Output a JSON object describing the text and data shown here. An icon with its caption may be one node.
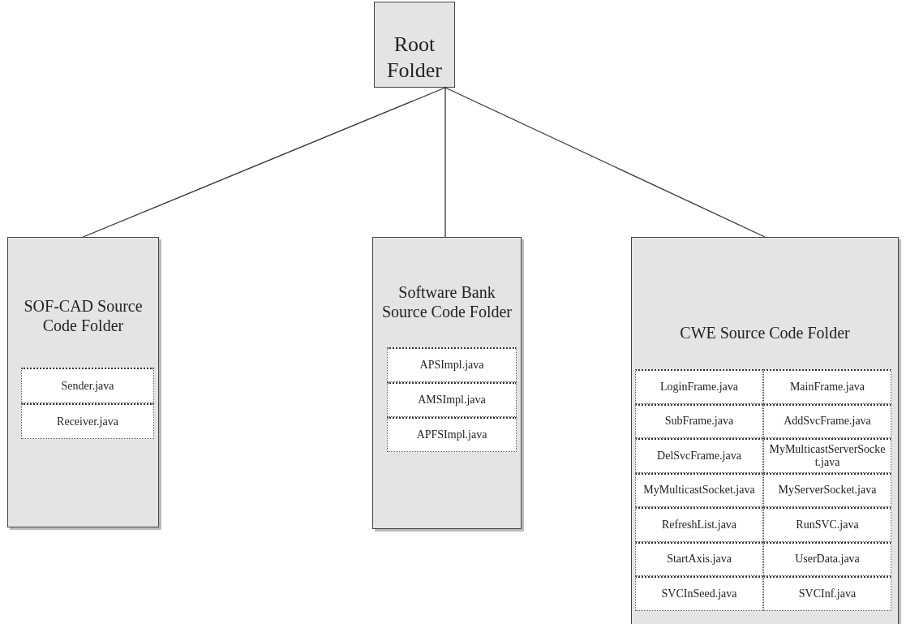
{
  "diagram": {
    "nodes": [
      {
        "text": [
          "Root Folder"
        ]
      },
      {
        "text": [
          "SOF-CAD Source Code Folder"
        ]
      },
      {
        "text": [
          "Sender.java"
        ],
        "in": 1
      },
      {
        "text": [
          "Receiver.java"
        ],
        "in": 1
      },
      {
        "text": [
          "Software Bank Source Code Folder"
        ]
      },
      {
        "text": [
          "APSImpl.java"
        ],
        "in": 4
      },
      {
        "text": [
          "AMSImpl.java"
        ],
        "in": 4
      },
      {
        "text": [
          "APFSImpl.java"
        ],
        "in": 4
      },
      {
        "text": [
          "CWE Source Code Folder"
        ]
      },
      {
        "text": [
          "LoginFrame.java"
        ],
        "in": 8
      },
      {
        "text": [
          "MainFrame.java"
        ],
        "in": 8
      },
      {
        "text": [
          "SubFrame.java"
        ],
        "in": 8
      },
      {
        "text": [
          "AddSvcFrame.java"
        ],
        "in": 8
      },
      {
        "text": [
          "DelSvcFrame.java"
        ],
        "in": 8
      },
      {
        "text": [
          "MyMulticastServerSocket.java"
        ],
        "in": 8
      },
      {
        "text": [
          "MyMulticastSocket.java"
        ],
        "in": 8
      },
      {
        "text": [
          "MyServerSocket.java"
        ],
        "in": 8
      },
      {
        "text": [
          "RefreshList.java"
        ],
        "in": 8
      },
      {
        "text": [
          "RunSVC.java"
        ],
        "in": 8
      },
      {
        "text": [
          "StartAxis.java"
        ],
        "in": 8
      },
      {
        "text": [
          "UserData.java"
        ],
        "in": 8
      },
      {
        "text": [
          "SVCInSeed.java"
        ],
        "in": 8
      },
      {
        "text": [
          "SVCInf.java"
        ],
        "in": 8
      }
    ],
    "edges": [
      {
        "from": 0,
        "to": 1,
        "arrow": "none"
      },
      {
        "from": 0,
        "to": 4,
        "arrow": "none"
      },
      {
        "from": 0,
        "to": 8,
        "arrow": "none"
      }
    ]
  }
}
